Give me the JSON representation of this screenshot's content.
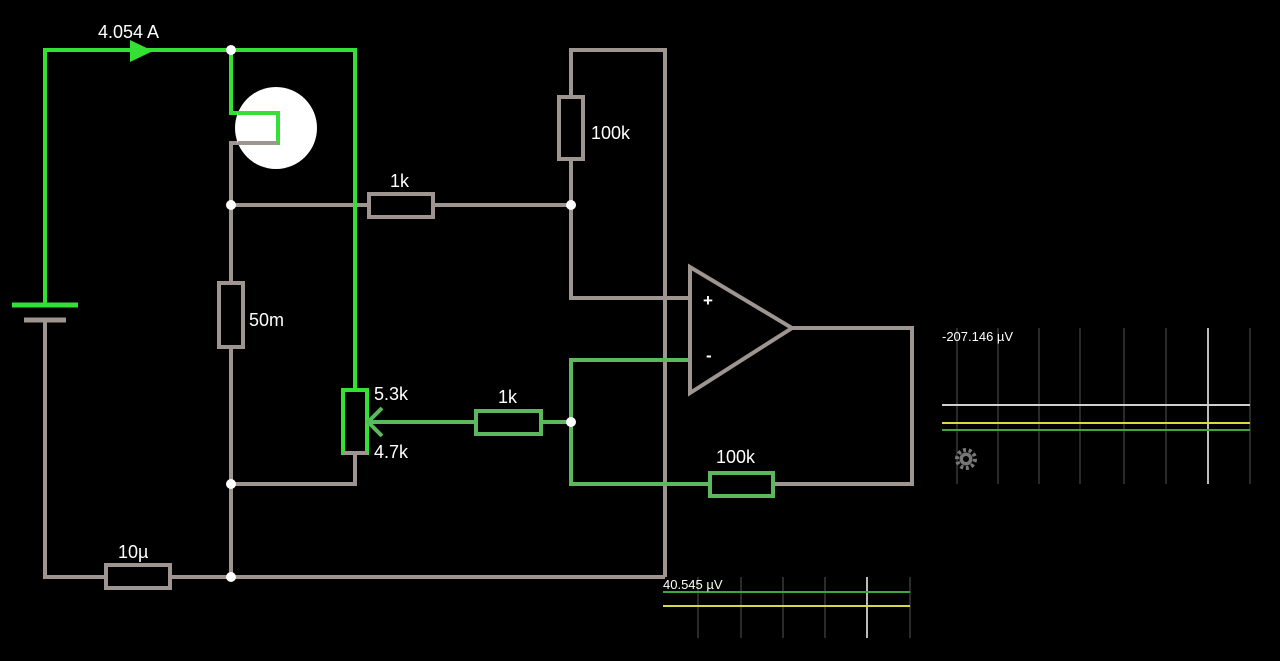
{
  "colors": {
    "background": "#000000",
    "wire_idle": "#9e9490",
    "wire_active": "#33e033",
    "wire_mid": "#5cb85c",
    "node": "#ffffff",
    "scope_grid": "#555555",
    "trace_white": "#cfcfcf",
    "trace_yellow": "#d8d840",
    "trace_green": "#3aa83a"
  },
  "labels": {
    "current": "4.054 A",
    "r_top": "100k",
    "r_input": "1k",
    "r_shunt": "50m",
    "pot_upper": "5.3k",
    "pot_lower": "4.7k",
    "r_feedback_in": "1k",
    "r_feedback": "100k",
    "r_ground": "10µ",
    "opamp_plus": "+",
    "opamp_minus": "-"
  },
  "scopes": {
    "right": {
      "reading": "-207.146 µV",
      "settings_icon": "gear-icon"
    },
    "bottom": {
      "reading": "40.545 µV"
    }
  }
}
